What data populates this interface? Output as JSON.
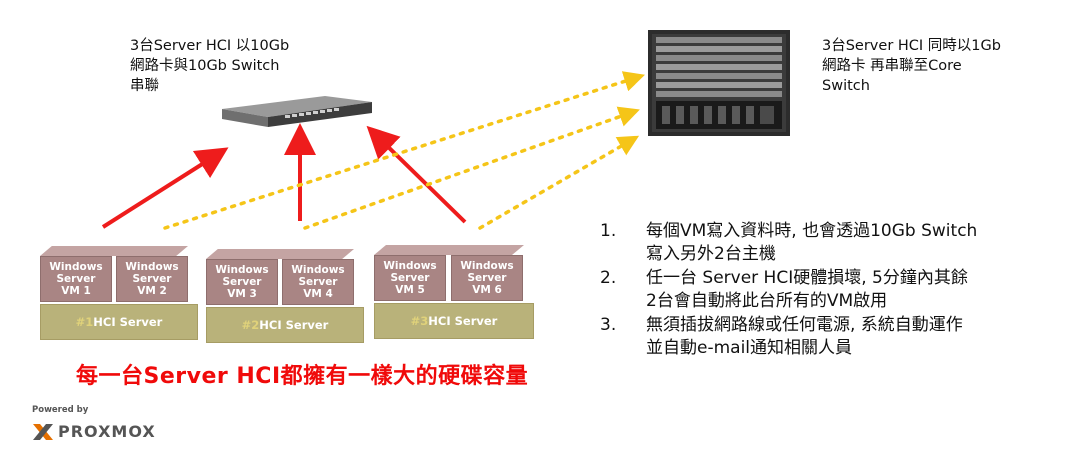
{
  "captions": {
    "left": [
      "3台Server HCI 以10Gb",
      "網路卡與10Gb Switch",
      "串聯"
    ],
    "right": [
      "3台Server HCI 同時以1Gb",
      "網路卡 再串聯至Core",
      "Switch"
    ]
  },
  "servers": [
    {
      "hash": "#1",
      "label": "HCI Server",
      "vms": [
        [
          "Windows",
          "Server",
          "VM 1"
        ],
        [
          "Windows",
          "Server",
          "VM 2"
        ]
      ]
    },
    {
      "hash": "#2",
      "label": "HCI Server",
      "vms": [
        [
          "Windows",
          "Server",
          "VM 3"
        ],
        [
          "Windows",
          "Server",
          "VM 4"
        ]
      ]
    },
    {
      "hash": "#3",
      "label": "HCI Server",
      "vms": [
        [
          "Windows",
          "Server",
          "VM 5"
        ],
        [
          "Windows",
          "Server",
          "VM 6"
        ]
      ]
    }
  ],
  "headline": "每一台Server HCI都擁有一樣大的硬碟容量",
  "notes": [
    {
      "num": "1.",
      "lines": [
        "每個VM寫入資料時, 也會透過10Gb Switch",
        "寫入另外2台主機"
      ]
    },
    {
      "num": "2.",
      "lines": [
        "任一台 Server HCI硬體損壞, 5分鐘內其餘",
        "2台會自動將此台所有的VM啟用"
      ]
    },
    {
      "num": "3.",
      "lines": [
        "無須插拔網路線或任何電源, 系統自動運作",
        "並自動e-mail通知相關人員"
      ]
    }
  ],
  "branding": {
    "powered_by": "Powered by",
    "logo_text": "PROXMOX"
  },
  "colors": {
    "arrow_red": "#ee1c1c",
    "dotted_yellow": "#f5c518",
    "vm_fill": "#a98584",
    "base_fill": "#b9b27a",
    "headline": "#f00a0a"
  }
}
